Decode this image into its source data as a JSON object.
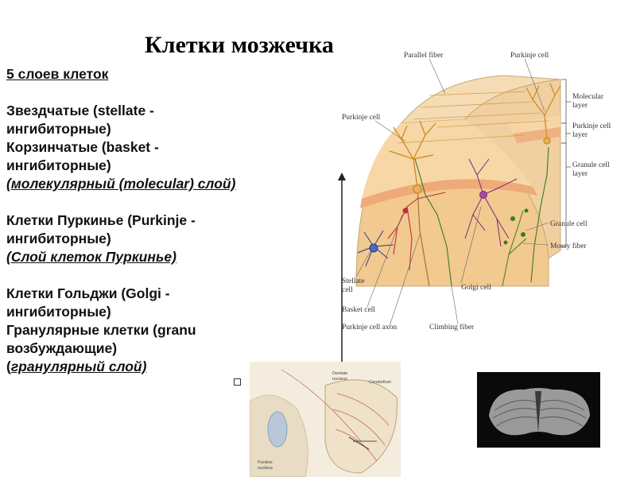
{
  "title": "Клетки мозжечка",
  "left": {
    "heading": "5 слоев клеток",
    "stellate_1": "Звездчатые (stellate -",
    "stellate_2": "ингибиторные)",
    "basket_1": "Корзинчатые (basket -",
    "basket_2": "ингибиторные)",
    "molecular_layer": "(молекулярный (molecular) слой)",
    "purkinje_1": "Клетки Пуркинье (Purkinje -",
    "purkinje_2": "ингибиторные)",
    "purkinje_layer": "(Слой клеток Пуркинье)",
    "golgi_1": "Клетки Гольджи (Golgi -",
    "golgi_2": "ингибиторные)",
    "granule_1": "Гранулярные клетки (granu",
    "granule_2": "возбуждающие)",
    "granule_layer_open": "(",
    "granule_layer": "гранулярный слой)"
  },
  "diagram": {
    "parallel_fiber": "Parallel fiber",
    "purkinje_cell_top": "Purkinje cell",
    "purkinje_cell_left": "Purkinje cell",
    "molecular_layer_1": "Molecular",
    "molecular_layer_2": "layer",
    "purkinje_cell_layer_1": "Purkinje cell",
    "purkinje_cell_layer_2": "layer",
    "granule_cell_layer_1": "Granule cell",
    "granule_cell_layer_2": "layer",
    "granule_cell": "Granule cell",
    "mossy_fiber": "Mossy fiber",
    "stellate_cell_1": "Stellate",
    "stellate_cell_2": "cell",
    "basket_cell": "Basket cell",
    "purkinje_cell_axon": "Purkinje cell axon",
    "golgi_cell": "Golgi cell",
    "climbing_fiber": "Climbing fiber"
  },
  "inset": {
    "dentate_1": "Dentate",
    "dentate_2": "nucleus",
    "cerebellum": "Cerebellum",
    "pontine_1": "Pontine",
    "pontine_2": "nucleus"
  },
  "colors": {
    "molecular": "#f7d7a6",
    "purkinje_band": "#f0b07a",
    "granular": "#f2c98e",
    "purkinje_neuron": "#c98a1a",
    "basket_neuron": "#c0303a",
    "golgi_neuron": "#7a2a7a",
    "stellate_neuron": "#2a3a8a",
    "climbing_fiber": "#3a7a2a",
    "mossy_fiber": "#5a8a3a"
  }
}
